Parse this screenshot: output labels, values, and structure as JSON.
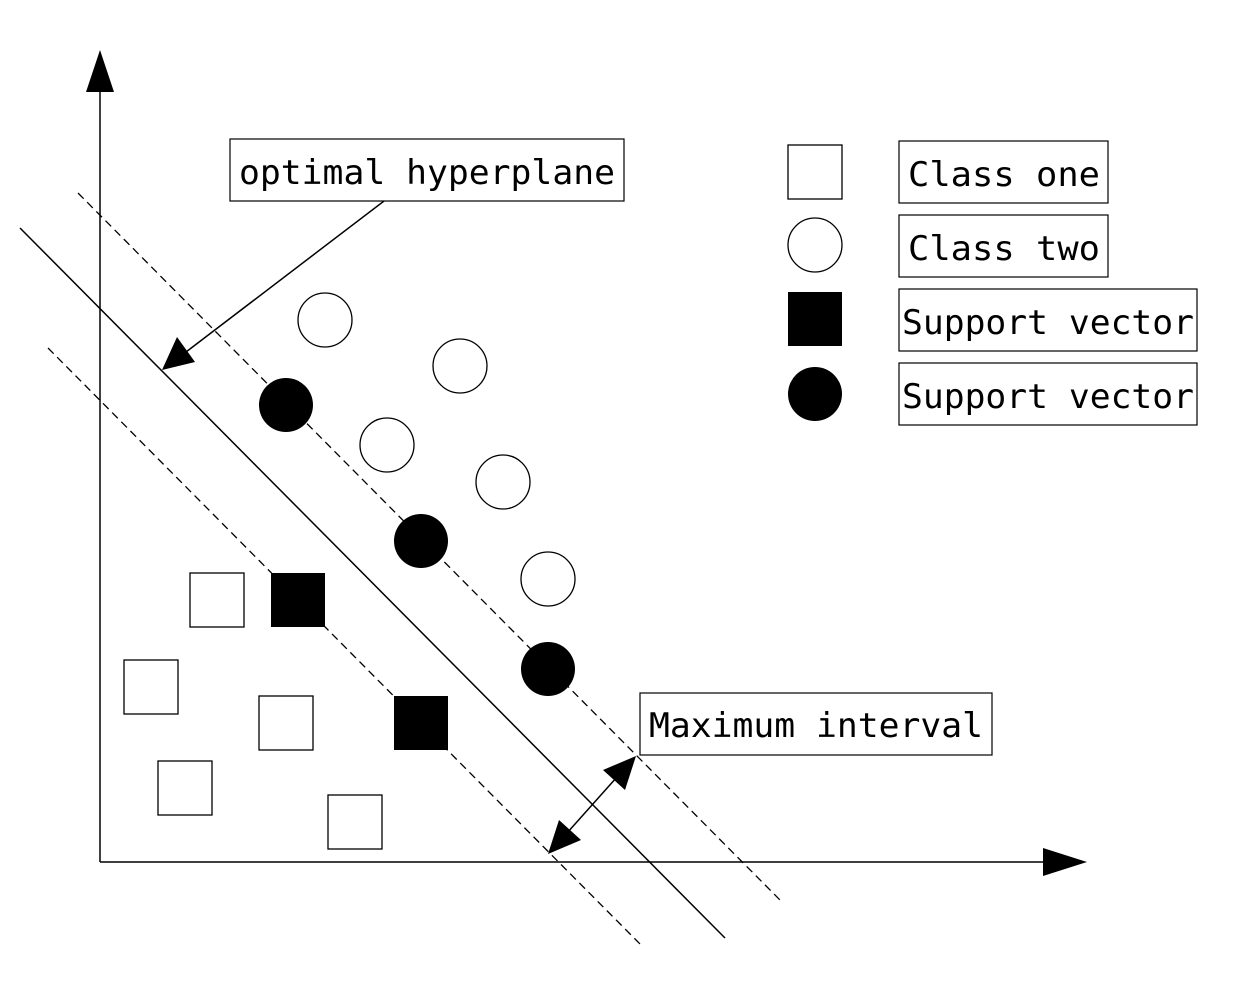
{
  "labels": {
    "hyperplane": "optimal hyperplane",
    "margin": "Maximum interval"
  },
  "legend": [
    {
      "marker": "open-square",
      "label": "Class one"
    },
    {
      "marker": "open-circle",
      "label": "Class two"
    },
    {
      "marker": "filled-square",
      "label": "Support vector"
    },
    {
      "marker": "filled-circle",
      "label": "Support vector"
    }
  ],
  "colors": {
    "ink": "#000000",
    "background": "#ffffff"
  }
}
